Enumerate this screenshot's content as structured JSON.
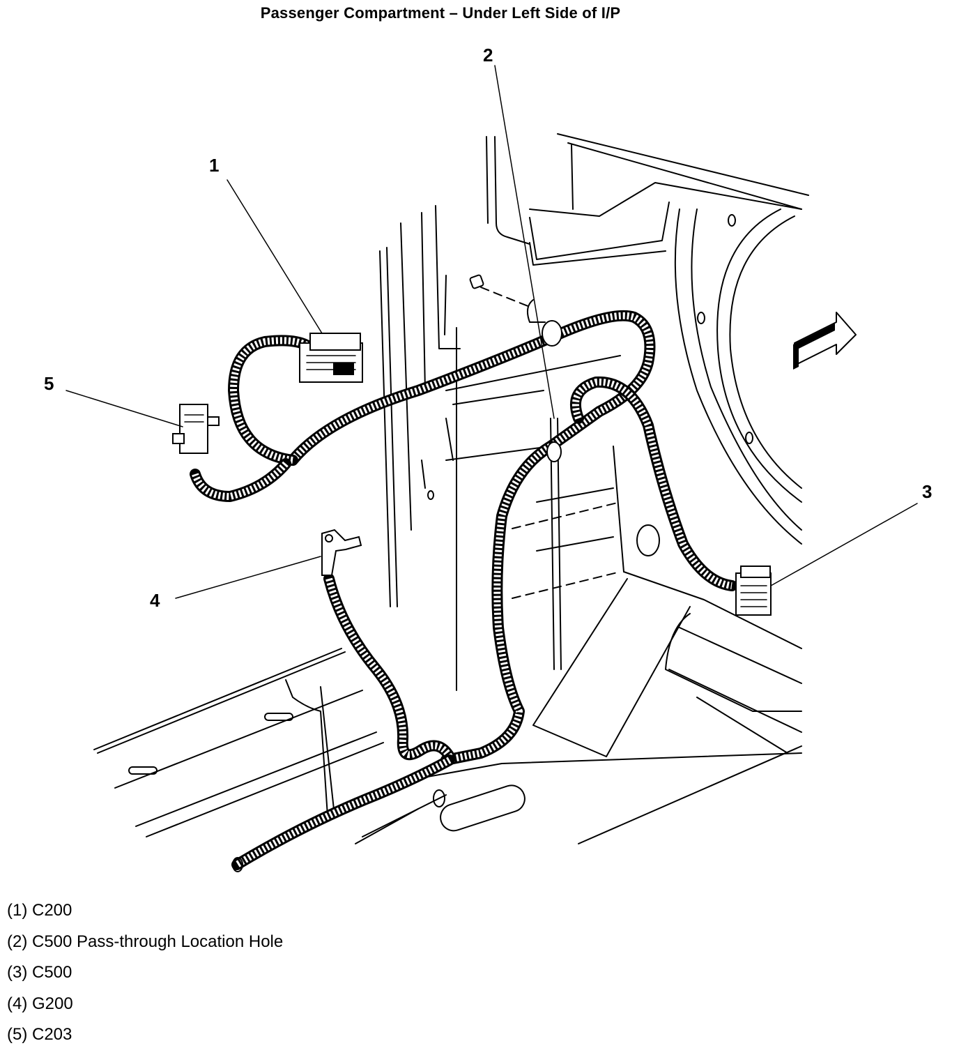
{
  "title": "Passenger Compartment – Under Left Side of I/P",
  "callouts": [
    "1",
    "2",
    "3",
    "4",
    "5"
  ],
  "legend": [
    "(1) C200",
    "(2) C500 Pass-through Location Hole",
    "(3) C500",
    "(4) G200",
    "(5) C203"
  ]
}
